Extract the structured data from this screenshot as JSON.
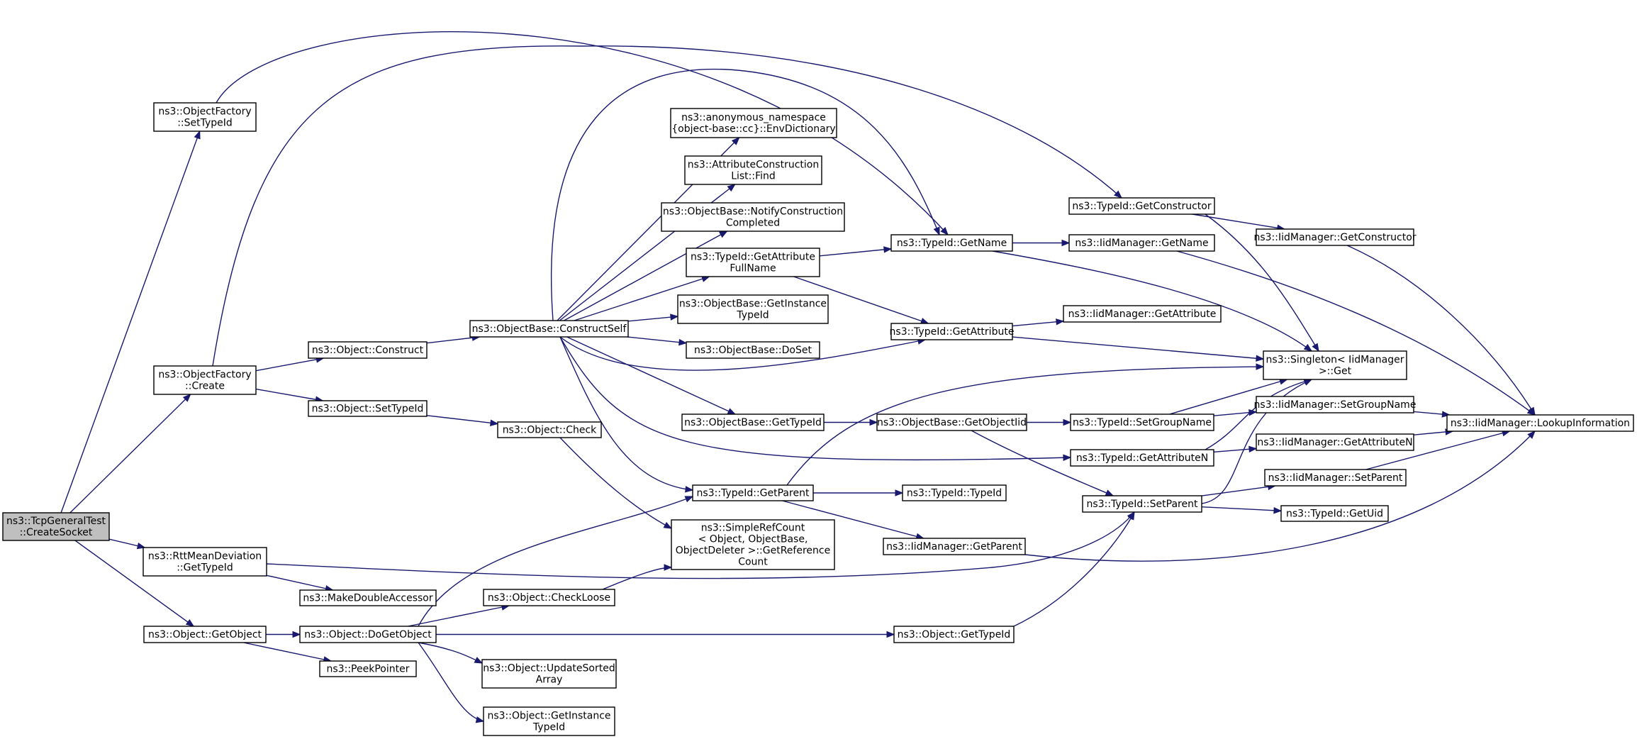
{
  "graph": {
    "title": "",
    "colors": {
      "edge": "#191970",
      "root_fill": "#bfbfbf",
      "node_fill": "#ffffff",
      "node_border": "#000000"
    },
    "nodes": [
      {
        "id": "root",
        "lines": [
          "ns3::TcpGeneralTest",
          "::CreateSocket"
        ],
        "root": true
      },
      {
        "id": "ofSetTypeId",
        "lines": [
          "ns3::ObjectFactory",
          "::SetTypeId"
        ]
      },
      {
        "id": "ofCreate",
        "lines": [
          "ns3::ObjectFactory",
          "::Create"
        ]
      },
      {
        "id": "rttGetTypeId",
        "lines": [
          "ns3::RttMeanDeviation",
          "::GetTypeId"
        ]
      },
      {
        "id": "objGetObject",
        "lines": [
          "ns3::Object::GetObject"
        ]
      },
      {
        "id": "objConstruct",
        "lines": [
          "ns3::Object::Construct"
        ]
      },
      {
        "id": "objSetTypeId",
        "lines": [
          "ns3::Object::SetTypeId"
        ]
      },
      {
        "id": "makeDouble",
        "lines": [
          "ns3::MakeDoubleAccessor"
        ]
      },
      {
        "id": "doGetObject",
        "lines": [
          "ns3::Object::DoGetObject"
        ]
      },
      {
        "id": "peekPointer",
        "lines": [
          "ns3::PeekPointer"
        ]
      },
      {
        "id": "constructSelf",
        "lines": [
          "ns3::ObjectBase::ConstructSelf"
        ]
      },
      {
        "id": "objCheck",
        "lines": [
          "ns3::Object::Check"
        ]
      },
      {
        "id": "checkLoose",
        "lines": [
          "ns3::Object::CheckLoose"
        ]
      },
      {
        "id": "updateSorted",
        "lines": [
          "ns3::Object::UpdateSorted",
          "Array"
        ]
      },
      {
        "id": "getInstanceTypeIdObj",
        "lines": [
          "ns3::Object::GetInstance",
          "TypeId"
        ]
      },
      {
        "id": "envDict",
        "lines": [
          "ns3::anonymous_namespace",
          "{object-base::cc}::EnvDictionary"
        ]
      },
      {
        "id": "attrFind",
        "lines": [
          "ns3::AttributeConstruction",
          "List::Find"
        ]
      },
      {
        "id": "notifyConstr",
        "lines": [
          "ns3::ObjectBase::NotifyConstruction",
          "Completed"
        ]
      },
      {
        "id": "getAttrFullName",
        "lines": [
          "ns3::TypeId::GetAttribute",
          "FullName"
        ]
      },
      {
        "id": "obGetInstanceTypeId",
        "lines": [
          "ns3::ObjectBase::GetInstance",
          "TypeId"
        ]
      },
      {
        "id": "doSet",
        "lines": [
          "ns3::ObjectBase::DoSet"
        ]
      },
      {
        "id": "obGetTypeId",
        "lines": [
          "ns3::ObjectBase::GetTypeId"
        ]
      },
      {
        "id": "getParent",
        "lines": [
          "ns3::TypeId::GetParent"
        ]
      },
      {
        "id": "simpleRef",
        "lines": [
          "ns3::SimpleRefCount",
          "< Object, ObjectBase,",
          "ObjectDeleter >::GetReference",
          "Count"
        ]
      },
      {
        "id": "getName",
        "lines": [
          "ns3::TypeId::GetName"
        ]
      },
      {
        "id": "getAttribute",
        "lines": [
          "ns3::TypeId::GetAttribute"
        ]
      },
      {
        "id": "getObjectIid",
        "lines": [
          "ns3::ObjectBase::GetObjectIid"
        ]
      },
      {
        "id": "typeIdCtor",
        "lines": [
          "ns3::TypeId::TypeId"
        ]
      },
      {
        "id": "iidGetParent",
        "lines": [
          "ns3::IidManager::GetParent"
        ]
      },
      {
        "id": "objGetTypeId",
        "lines": [
          "ns3::Object::GetTypeId"
        ]
      },
      {
        "id": "getConstructor",
        "lines": [
          "ns3::TypeId::GetConstructor"
        ]
      },
      {
        "id": "iidGetName",
        "lines": [
          "ns3::IidManager::GetName"
        ]
      },
      {
        "id": "iidGetAttribute",
        "lines": [
          "ns3::IidManager::GetAttribute"
        ]
      },
      {
        "id": "setGroupName",
        "lines": [
          "ns3::TypeId::SetGroupName"
        ]
      },
      {
        "id": "getAttributeN",
        "lines": [
          "ns3::TypeId::GetAttributeN"
        ]
      },
      {
        "id": "setParent",
        "lines": [
          "ns3::TypeId::SetParent"
        ]
      },
      {
        "id": "iidGetConstructor",
        "lines": [
          "ns3::IidManager::GetConstructor"
        ]
      },
      {
        "id": "singletonGet",
        "lines": [
          "ns3::Singleton< IidManager",
          ">::Get"
        ]
      },
      {
        "id": "iidSetGroupName",
        "lines": [
          "ns3::IidManager::SetGroupName"
        ]
      },
      {
        "id": "iidGetAttributeN",
        "lines": [
          "ns3::IidManager::GetAttributeN"
        ]
      },
      {
        "id": "iidSetParent",
        "lines": [
          "ns3::IidManager::SetParent"
        ]
      },
      {
        "id": "getUid",
        "lines": [
          "ns3::TypeId::GetUid"
        ]
      },
      {
        "id": "lookupInfo",
        "lines": [
          "ns3::IidManager::LookupInformation"
        ]
      }
    ],
    "edges": [
      [
        "root",
        "ofSetTypeId"
      ],
      [
        "root",
        "ofCreate"
      ],
      [
        "root",
        "rttGetTypeId"
      ],
      [
        "root",
        "objGetObject"
      ],
      [
        "ofSetTypeId",
        "getName"
      ],
      [
        "ofCreate",
        "getConstructor"
      ],
      [
        "ofCreate",
        "objConstruct"
      ],
      [
        "ofCreate",
        "objSetTypeId"
      ],
      [
        "rttGetTypeId",
        "makeDouble"
      ],
      [
        "rttGetTypeId",
        "setParent"
      ],
      [
        "objGetObject",
        "doGetObject"
      ],
      [
        "objGetObject",
        "peekPointer"
      ],
      [
        "objConstruct",
        "constructSelf"
      ],
      [
        "objSetTypeId",
        "objCheck"
      ],
      [
        "doGetObject",
        "checkLoose"
      ],
      [
        "doGetObject",
        "getParent"
      ],
      [
        "doGetObject",
        "objGetTypeId"
      ],
      [
        "doGetObject",
        "updateSorted"
      ],
      [
        "doGetObject",
        "getInstanceTypeIdObj"
      ],
      [
        "objCheck",
        "simpleRef"
      ],
      [
        "checkLoose",
        "simpleRef"
      ],
      [
        "constructSelf",
        "envDict"
      ],
      [
        "constructSelf",
        "attrFind"
      ],
      [
        "constructSelf",
        "notifyConstr"
      ],
      [
        "constructSelf",
        "getAttrFullName"
      ],
      [
        "constructSelf",
        "obGetInstanceTypeId"
      ],
      [
        "constructSelf",
        "doSet"
      ],
      [
        "constructSelf",
        "obGetTypeId"
      ],
      [
        "constructSelf",
        "getParent"
      ],
      [
        "constructSelf",
        "getAttribute"
      ],
      [
        "constructSelf",
        "getName"
      ],
      [
        "constructSelf",
        "getAttributeN"
      ],
      [
        "getAttrFullName",
        "getName"
      ],
      [
        "getAttrFullName",
        "getAttribute"
      ],
      [
        "obGetTypeId",
        "getObjectIid"
      ],
      [
        "getParent",
        "singletonGet"
      ],
      [
        "getParent",
        "typeIdCtor"
      ],
      [
        "getParent",
        "iidGetParent"
      ],
      [
        "objGetTypeId",
        "setParent"
      ],
      [
        "getName",
        "iidGetName"
      ],
      [
        "getName",
        "singletonGet"
      ],
      [
        "getAttribute",
        "iidGetAttribute"
      ],
      [
        "getAttribute",
        "singletonGet"
      ],
      [
        "getObjectIid",
        "setGroupName"
      ],
      [
        "getObjectIid",
        "setParent"
      ],
      [
        "iidGetParent",
        "lookupInfo"
      ],
      [
        "getConstructor",
        "iidGetConstructor"
      ],
      [
        "getConstructor",
        "singletonGet"
      ],
      [
        "iidGetName",
        "lookupInfo"
      ],
      [
        "setGroupName",
        "singletonGet"
      ],
      [
        "setGroupName",
        "iidSetGroupName"
      ],
      [
        "getAttributeN",
        "singletonGet"
      ],
      [
        "getAttributeN",
        "iidGetAttributeN"
      ],
      [
        "setParent",
        "singletonGet"
      ],
      [
        "setParent",
        "iidSetParent"
      ],
      [
        "setParent",
        "getUid"
      ],
      [
        "iidGetConstructor",
        "lookupInfo"
      ],
      [
        "iidSetGroupName",
        "lookupInfo"
      ],
      [
        "iidGetAttributeN",
        "lookupInfo"
      ],
      [
        "iidSetParent",
        "lookupInfo"
      ]
    ]
  }
}
